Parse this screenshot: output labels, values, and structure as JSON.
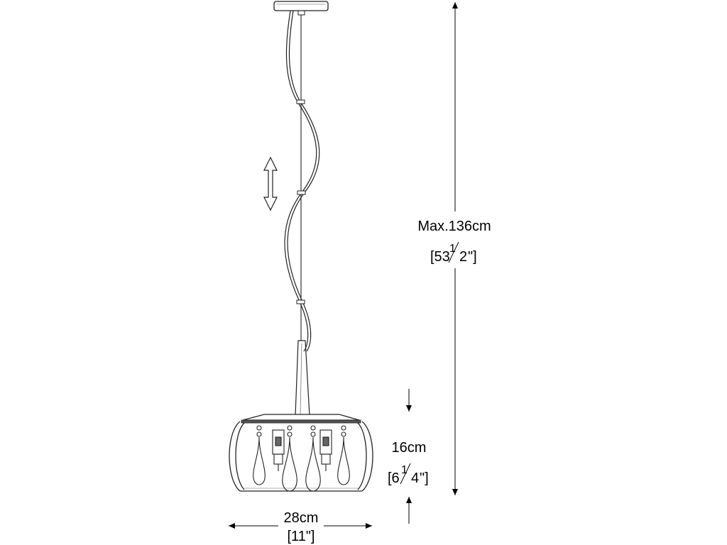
{
  "dimensions": {
    "max_height": {
      "label": "Max.136cm",
      "inch_open": "[53",
      "inch_num": "1",
      "inch_den": "2",
      "inch_close": "\"]"
    },
    "shade_height": {
      "label": "16cm",
      "inch_open": "[6",
      "inch_num": "1",
      "inch_den": "4",
      "inch_close": "\"]"
    },
    "width": {
      "label": "28cm",
      "inch": "[11\"]"
    }
  },
  "colors": {
    "line": "#000000",
    "drawing": "#222222",
    "background": "#ffffff"
  }
}
